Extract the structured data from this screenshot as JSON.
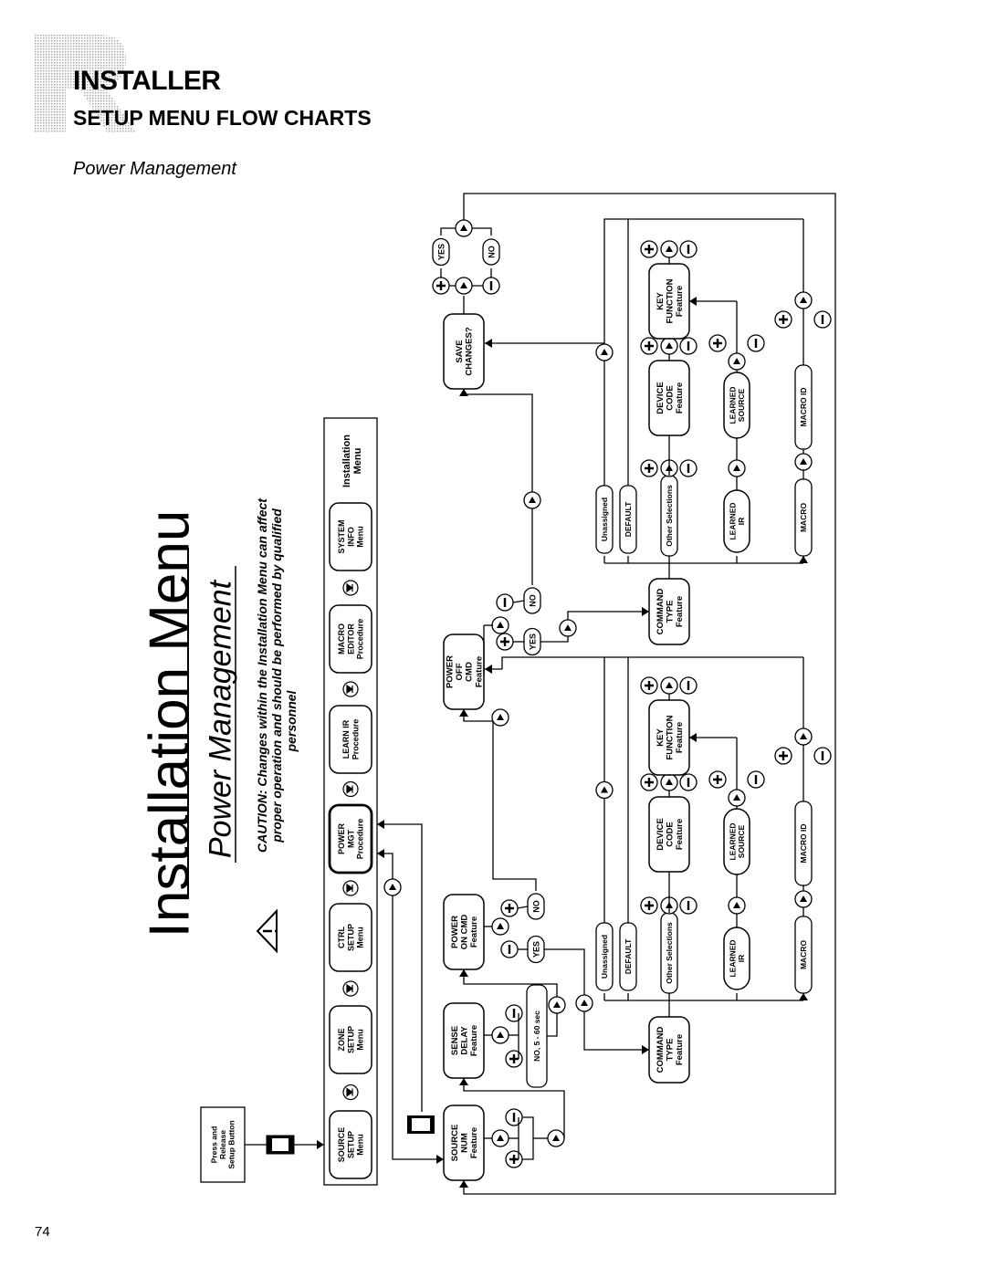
{
  "header": {
    "section_title": "INSTALLER",
    "subtitle": "SETUP MENU FLOW CHARTS",
    "chart_title": "Power Management"
  },
  "page_number": "74",
  "menu": {
    "title": "Installation Menu",
    "subtitle": "Power Management",
    "caution": [
      "CAUTION: Changes within the Installation Menu can affect",
      "proper operation and should be performed by qualified",
      "personnel"
    ],
    "press_box": [
      "Press and",
      "Release",
      "Setup Button"
    ],
    "items": [
      [
        "SOURCE",
        "SETUP",
        "Menu"
      ],
      [
        "ZONE",
        "SETUP",
        "Menu"
      ],
      [
        "CTRL",
        "SETUP",
        "Menu"
      ],
      [
        "POWER",
        "MGT",
        "Procedure"
      ],
      [
        "LEARN IR",
        "Procedure"
      ],
      [
        "MACRO",
        "EDITOR",
        "Procedure"
      ],
      [
        "SYSTEM",
        "INFO",
        "Menu"
      ]
    ],
    "label": [
      "Installation",
      "Menu"
    ]
  },
  "nodes": {
    "source_num": [
      "SOURCE",
      "NUM",
      "Feature"
    ],
    "sense_delay": [
      "SENSE",
      "DELAY",
      "Feature"
    ],
    "delay_options": "NO, 5 - 60 sec",
    "power_on": [
      "POWER",
      "ON CMD",
      "Feature"
    ],
    "power_off": [
      "POWER",
      "OFF",
      "CMD",
      "Feature"
    ],
    "save": [
      "SAVE",
      "CHANGES?"
    ],
    "yes": "YES",
    "no": "NO",
    "command_type": [
      "COMMAND",
      "TYPE",
      "Feature"
    ],
    "unassigned": "Unassigned",
    "default": "DEFAULT",
    "other": "Other Selections",
    "device_code": [
      "DEVICE",
      "CODE",
      "Feature"
    ],
    "key_function": [
      "KEY",
      "FUNCTION",
      "Feature"
    ],
    "learned_ir": [
      "LEARNED",
      "IR"
    ],
    "learned_source": [
      "LEARNED",
      "SOURCE"
    ],
    "macro": "MACRO",
    "macro_id": "MACRO ID"
  }
}
